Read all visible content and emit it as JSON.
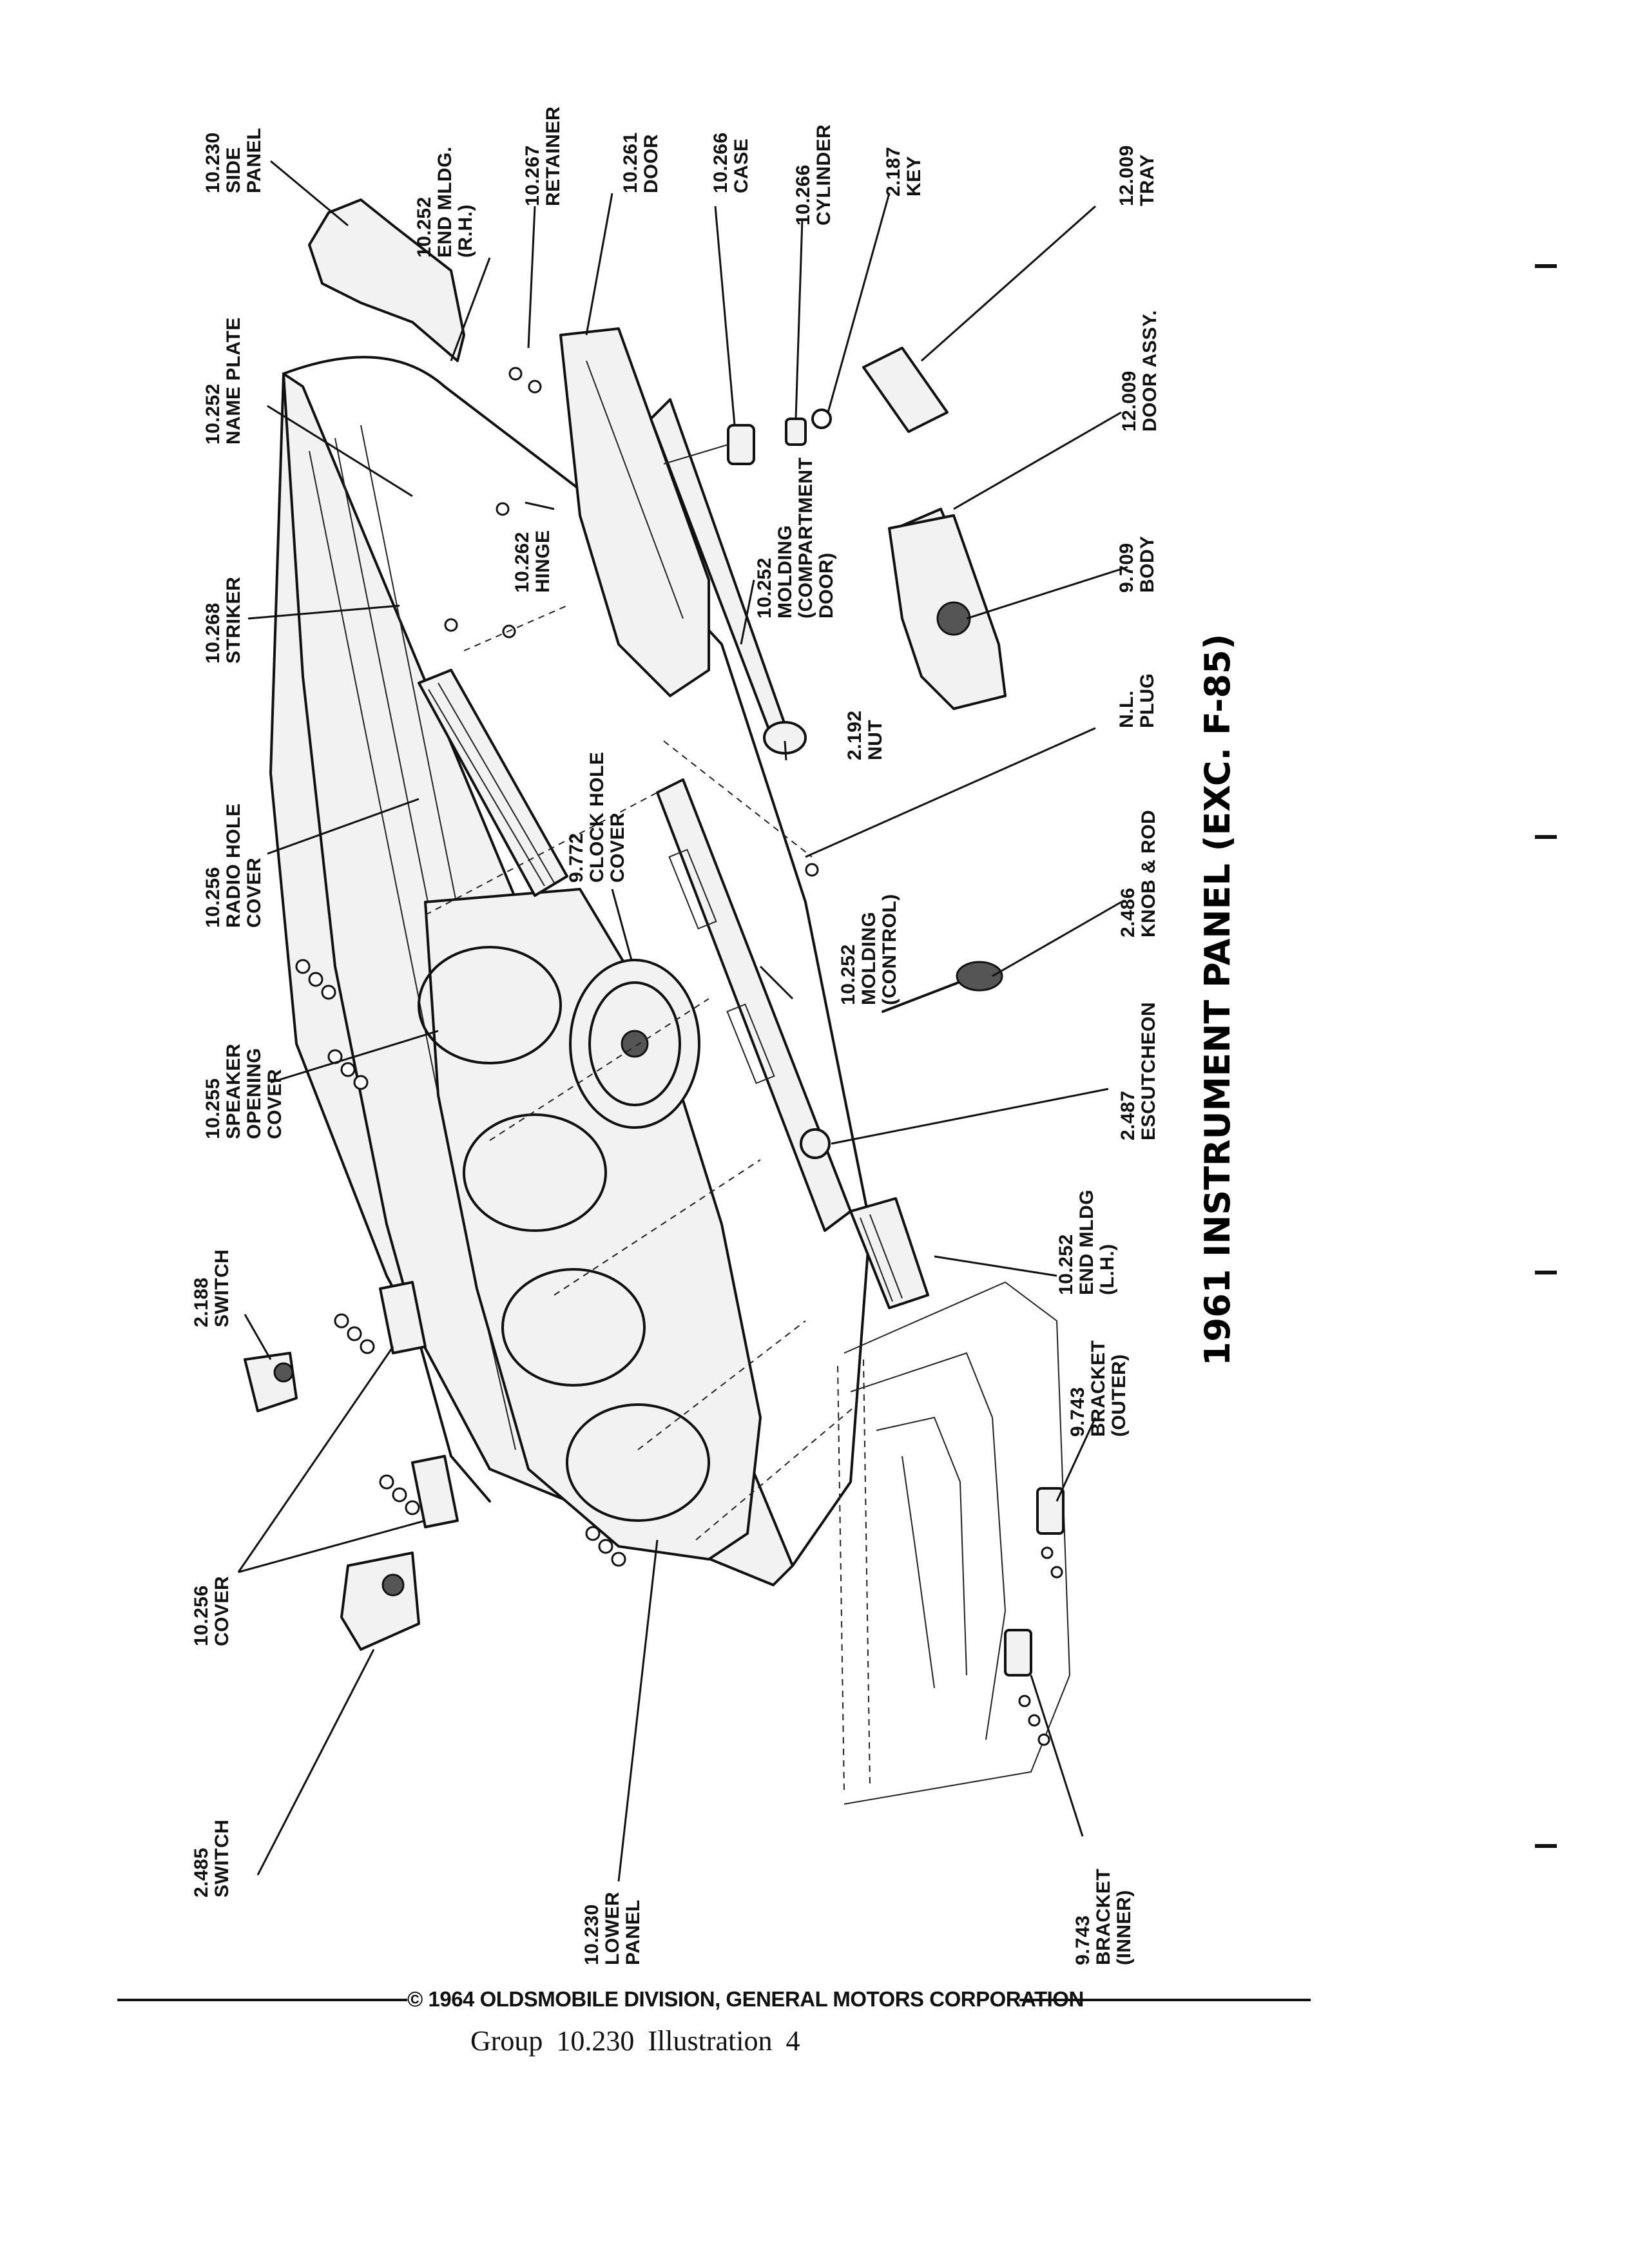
{
  "figure": {
    "title": "1961 INSTRUMENT PANEL (EXC. F-85)",
    "callouts": [
      {
        "id": "side-panel",
        "lines": [
          "10.230",
          "SIDE",
          "PANEL"
        ]
      },
      {
        "id": "end-mldg-rh",
        "lines": [
          "10.252",
          "END MLDG.",
          "(R.H.)"
        ]
      },
      {
        "id": "retainer",
        "lines": [
          "10.267",
          "RETAINER"
        ]
      },
      {
        "id": "door",
        "lines": [
          "10.261",
          "DOOR"
        ]
      },
      {
        "id": "case",
        "lines": [
          "10.266",
          "CASE"
        ]
      },
      {
        "id": "cylinder",
        "lines": [
          "10.266",
          "CYLINDER"
        ]
      },
      {
        "id": "key",
        "lines": [
          "2.187",
          "KEY"
        ]
      },
      {
        "id": "tray",
        "lines": [
          "12.009",
          "TRAY"
        ]
      },
      {
        "id": "name-plate",
        "lines": [
          "10.252",
          "NAME PLATE"
        ]
      },
      {
        "id": "door-assy",
        "lines": [
          "12.009",
          "DOOR ASSY."
        ]
      },
      {
        "id": "molding-compartment",
        "lines": [
          "10.252",
          "MOLDING",
          "(COMPARTMENT",
          "DOOR)"
        ]
      },
      {
        "id": "hinge",
        "lines": [
          "10.262",
          "HINGE"
        ]
      },
      {
        "id": "striker",
        "lines": [
          "10.268",
          "STRIKER"
        ]
      },
      {
        "id": "body",
        "lines": [
          "9.709",
          "BODY"
        ]
      },
      {
        "id": "nut",
        "lines": [
          "2.192",
          "NUT"
        ]
      },
      {
        "id": "plug",
        "lines": [
          "N.L.",
          "PLUG"
        ]
      },
      {
        "id": "radio-hole-cover",
        "lines": [
          "10.256",
          "RADIO HOLE",
          "COVER"
        ]
      },
      {
        "id": "clock-hole-cover",
        "lines": [
          "9.772",
          "CLOCK HOLE",
          "COVER"
        ]
      },
      {
        "id": "knob-rod",
        "lines": [
          "2.486",
          "KNOB & ROD"
        ]
      },
      {
        "id": "molding-control",
        "lines": [
          "10.252",
          "MOLDING",
          "(CONTROL)"
        ]
      },
      {
        "id": "speaker-opening-cover",
        "lines": [
          "10.255",
          "SPEAKER",
          "OPENING",
          "COVER"
        ]
      },
      {
        "id": "escutcheon",
        "lines": [
          "2.487",
          "ESCUTCHEON"
        ]
      },
      {
        "id": "end-mldg-lh",
        "lines": [
          "10.252",
          "END MLDG",
          "(L.H.)"
        ]
      },
      {
        "id": "switch-2188",
        "lines": [
          "2.188",
          "SWITCH"
        ]
      },
      {
        "id": "bracket-outer",
        "lines": [
          "9.743",
          "BRACKET",
          "(OUTER)"
        ]
      },
      {
        "id": "cover-10256",
        "lines": [
          "10.256",
          "COVER"
        ]
      },
      {
        "id": "switch-2485",
        "lines": [
          "2.485",
          "SWITCH"
        ]
      },
      {
        "id": "lower-panel",
        "lines": [
          "10.230",
          "LOWER",
          "PANEL"
        ]
      },
      {
        "id": "bracket-inner",
        "lines": [
          "9.743",
          "BRACKET",
          "(INNER)"
        ]
      }
    ]
  },
  "footer": {
    "copyright": "© 1964 OLDSMOBILE DIVISION, GENERAL MOTORS CORPORATION",
    "caption": "Group 10.230   Illustration  4"
  }
}
